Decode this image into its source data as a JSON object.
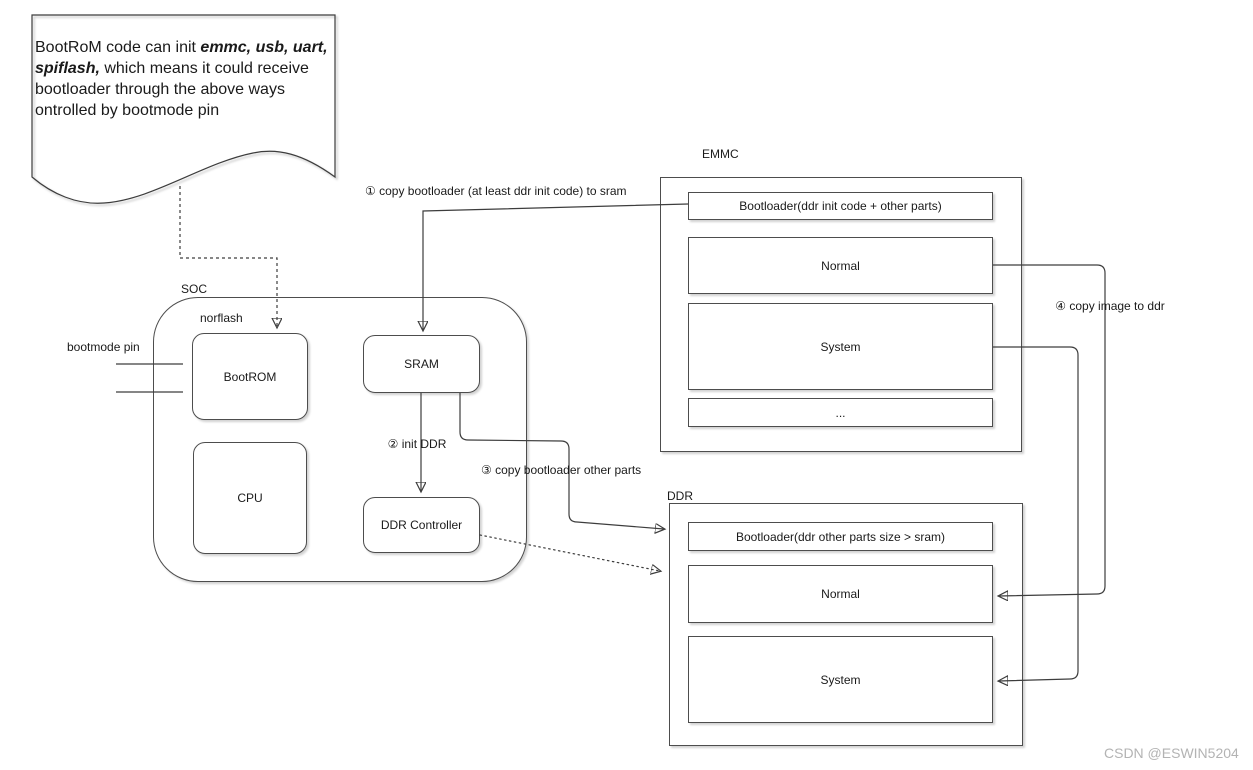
{
  "note": {
    "prefix": "BootRoM code can init ",
    "emphasis": "emmc, usb, uart, spiflash,",
    "suffix": " which means it could receive bootloader through the above ways ontrolled by bootmode pin"
  },
  "soc": {
    "label": "SOC",
    "norflash_label": "norflash",
    "bootmode_pin_label": "bootmode pin",
    "blocks": {
      "bootrom": "BootROM",
      "cpu": "CPU",
      "sram": "SRAM",
      "ddr_controller": "DDR Controller"
    }
  },
  "emmc": {
    "label": "EMMC",
    "partitions": [
      "Bootloader(ddr init code + other parts)",
      "Normal",
      "System",
      "..."
    ]
  },
  "ddr": {
    "label": "DDR",
    "partitions": [
      "Bootloader(ddr other parts size > sram)",
      "Normal",
      "System"
    ]
  },
  "steps": {
    "step1": "① copy bootloader (at least ddr init code) to sram",
    "step2": "② init DDR",
    "step3": "③ copy bootloader other parts",
    "step4": "④ copy image to ddr"
  },
  "watermark": "CSDN @ESWIN5204",
  "colors": {
    "stroke": "#4d4d4d",
    "text": "#1a1a1a",
    "watermark": "#b3b3b3"
  }
}
